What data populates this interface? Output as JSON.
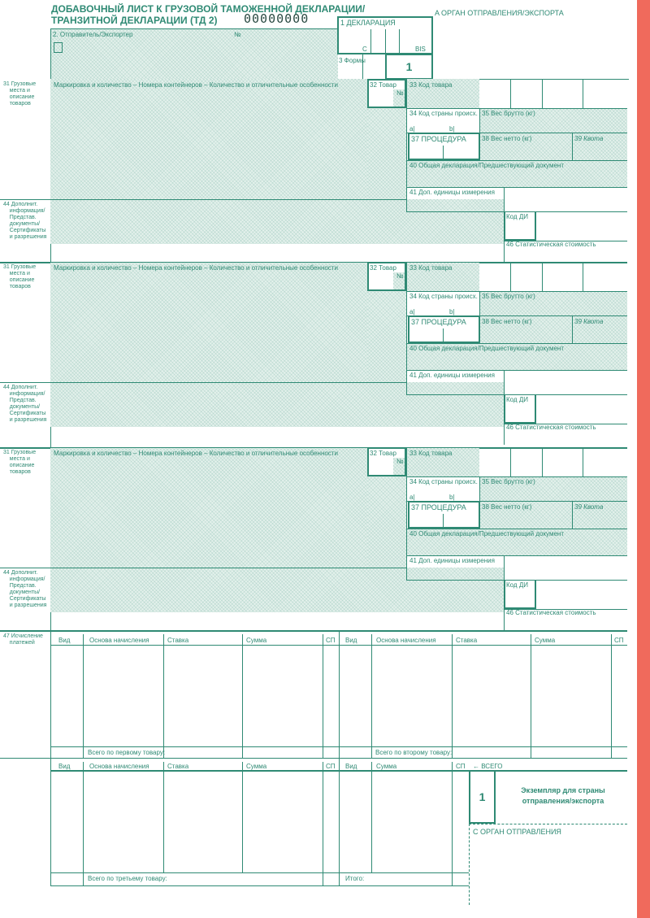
{
  "header": {
    "title_line1": "ДОБАВОЧНЫЙ ЛИСТ К ГРУЗОВОЙ ТАМОЖЕННОЙ ДЕКЛАРАЦИИ/",
    "title_line2": "ТРАНЗИТНОЙ ДЕКЛАРАЦИИ (ТД 2)",
    "serial": "00000000",
    "organ_export": "A  ОРГАН ОТПРАВЛЕНИЯ/ЭКСПОРТА"
  },
  "top": {
    "sender_label": "2. Отправитель/Экспортер",
    "no_label": "№",
    "decl_label": "1 ДЕКЛАРАЦИЯ",
    "c_label": "C",
    "bis_label": "BIS",
    "forms_label": "3 Формы",
    "forms_value": "1"
  },
  "item_labels": {
    "side31": "31 Грузовые\n    места и\n    описание\n    товаров",
    "marking": "Маркировка и количество – Номера контейнеров – Количество и отличительные особенности",
    "b32": "32  Товар",
    "b32no": "№",
    "b33": "33 Код товара",
    "b34": "34 Код страны происх.",
    "b35": "35  Вес брутто (кг)",
    "a_label": "a|",
    "b_label": "b|",
    "b37": "37 ПРОЦЕДУРА",
    "b38": "38  Вес нетто (кг)",
    "b39": "39  Квота",
    "b40": "40  Общая декларация/Предшествующий документ",
    "b41": "41  Доп. единицы измерения",
    "side44": "44 Дополнит.\n    информация/\n    Представ.\n    документы/\n    Сертификаты\n    и разрешения",
    "kod_di": "Код  ДИ",
    "b46": "46  Статистическая стоимость"
  },
  "payments": {
    "side47": "47 Исчисление\n    платежей",
    "cols": [
      "Вид",
      "Основа начисления",
      "Ставка",
      "Сумма",
      "СП"
    ],
    "total1": "Всего по первому товару:",
    "total2": "Всего по второму товару:",
    "total3": "Всего по третьему товару:",
    "cols_right_bottom": [
      "Вид",
      "Сумма",
      "СП"
    ],
    "vsego": "←  ВСЕГО",
    "itogo": "Итого:"
  },
  "copy": {
    "number": "1",
    "line1": "Экземпляр для страны",
    "line2": "отправления/экспорта",
    "organ_c": "C  ОРГАН ОТПРАВЛЕНИЯ"
  },
  "colors": {
    "ink": "#2f8a74",
    "tint": "#e4f1ec",
    "edge": "#f06a5c"
  }
}
